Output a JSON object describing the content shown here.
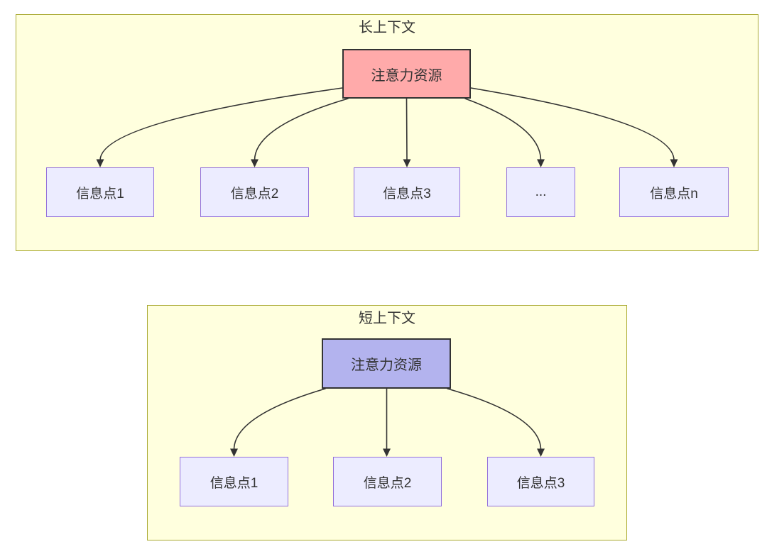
{
  "colors": {
    "cluster_fill": "#ffffde",
    "cluster_border": "#aaaa33",
    "node_fill": "#ececff",
    "node_border": "#9370db",
    "attention_long_fill": "#ffaaaa",
    "attention_short_fill": "#b3b3ee",
    "attention_border": "#333333",
    "arrow": "#333333",
    "text": "#333333"
  },
  "long_context": {
    "title": "长上下文",
    "attention_label": "注意力资源",
    "nodes": [
      {
        "label": "信息点1"
      },
      {
        "label": "信息点2"
      },
      {
        "label": "信息点3"
      },
      {
        "label": "..."
      },
      {
        "label": "信息点n"
      }
    ]
  },
  "short_context": {
    "title": "短上下文",
    "attention_label": "注意力资源",
    "nodes": [
      {
        "label": "信息点1"
      },
      {
        "label": "信息点2"
      },
      {
        "label": "信息点3"
      }
    ]
  }
}
